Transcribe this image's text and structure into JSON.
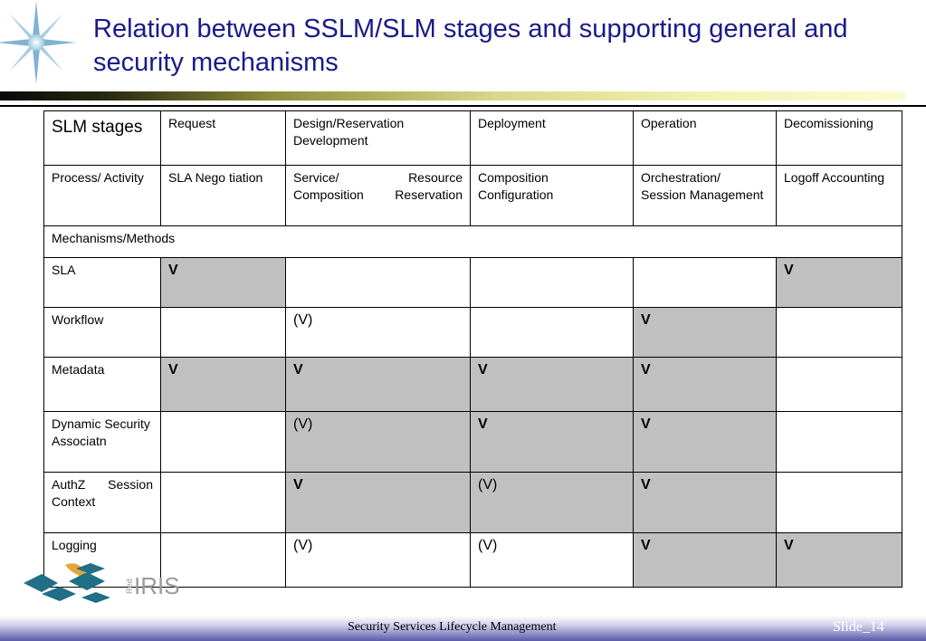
{
  "slide": {
    "title": "Relation between SSLM/SLM stages and supporting general and security mechanisms",
    "footer": "Security Services Lifecycle Management",
    "slide_number": "Slide_14"
  },
  "logo": {
    "side_text": "Red",
    "word": "IRIS"
  },
  "table": {
    "stages_header": [
      "SLM stages",
      "Request",
      "Design/Reservation Development",
      "Deployment",
      "Operation",
      "Decomissioning"
    ],
    "activities": [
      "Process/ Activity",
      "SLA Nego tiation",
      "Service/ Resource Composition Reservation",
      "Composition Configuration",
      "Orchestration/ Session Management",
      "Logoff Accounting"
    ],
    "section_label": "Mechanisms/Methods",
    "rows": [
      {
        "label": "SLA",
        "cells": [
          "V",
          "",
          "",
          "",
          "V"
        ]
      },
      {
        "label": "Workflow",
        "cells": [
          "",
          "(V)",
          "",
          "V",
          ""
        ]
      },
      {
        "label": "Metadata",
        "cells": [
          "V",
          "V",
          "V",
          "V",
          ""
        ]
      },
      {
        "label": "Dynamic Security Associatn",
        "cells": [
          "",
          "(V)",
          "V",
          "V",
          ""
        ]
      },
      {
        "label": "AuthZ Session Context",
        "cells": [
          "",
          "V",
          "(V)",
          "V",
          ""
        ]
      },
      {
        "label": "Logging",
        "cells": [
          "",
          "(V)",
          "(V)",
          "V",
          "V"
        ]
      }
    ]
  },
  "colors": {
    "title": "#1a1a8a",
    "shaded_cell": "#c0c0c0",
    "logo_teal": "#1f6f87",
    "logo_orange": "#e8a33a"
  }
}
